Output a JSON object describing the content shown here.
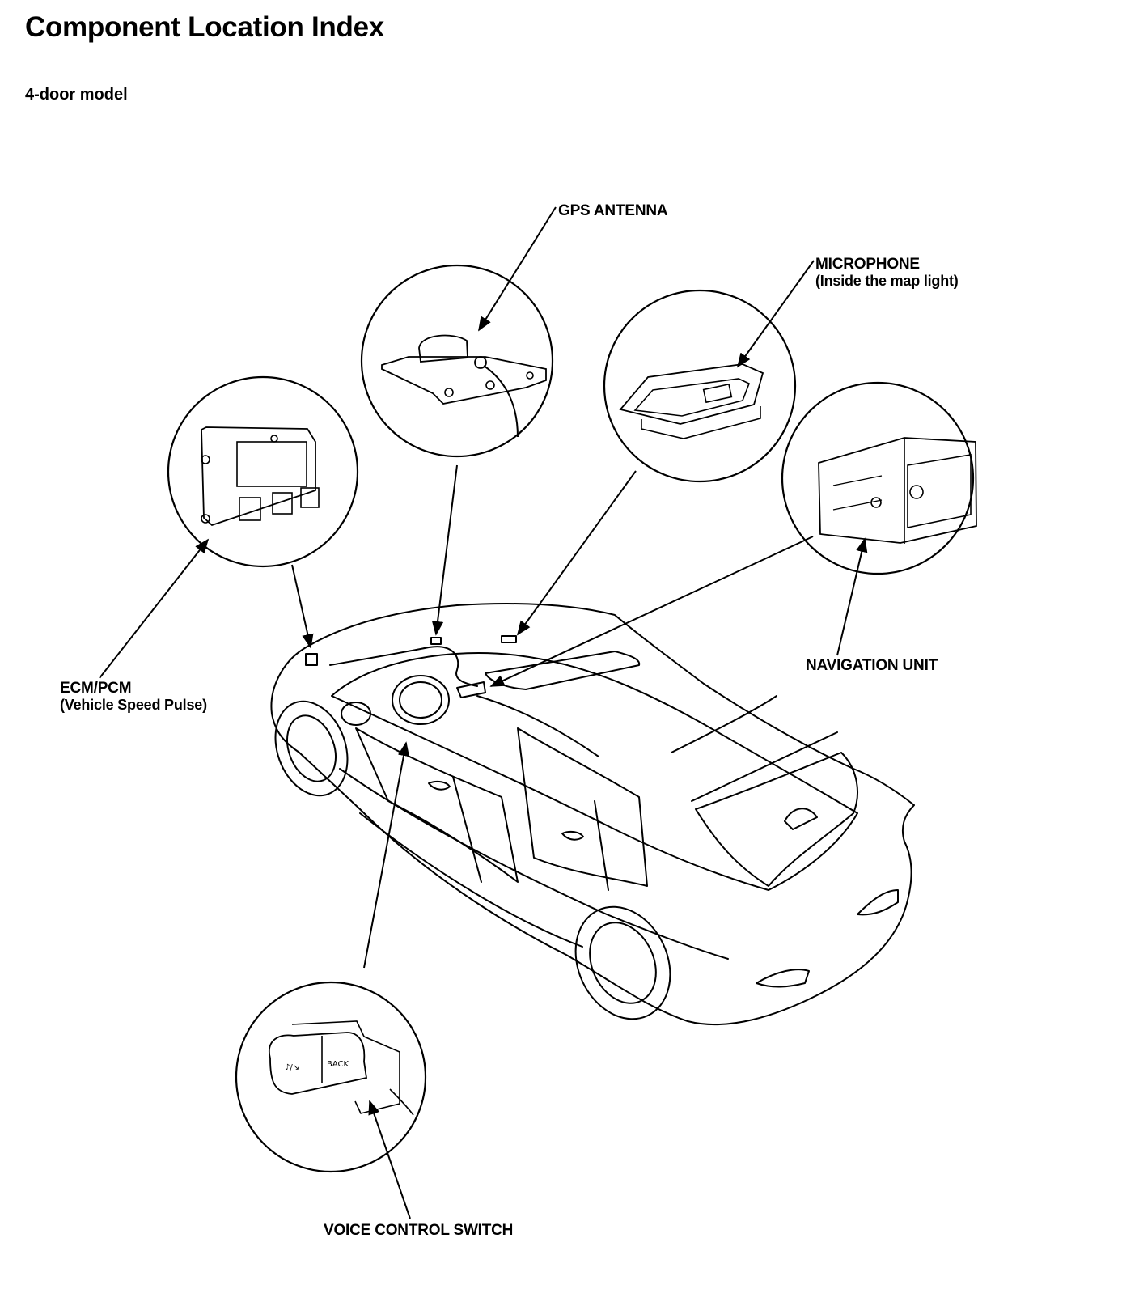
{
  "page": {
    "title": "Component Location Index",
    "subtitle": "4-door model"
  },
  "callouts": {
    "gps_antenna": {
      "label": "GPS ANTENNA"
    },
    "microphone": {
      "label": "MICROPHONE",
      "note": "(Inside the map light)"
    },
    "ecm_pcm": {
      "label": "ECM/PCM",
      "note": "(Vehicle Speed Pulse)"
    },
    "navigation_unit": {
      "label": "NAVIGATION UNIT"
    },
    "voice_control_switch": {
      "label": "VOICE CONTROL SWITCH"
    }
  },
  "switch_buttons": {
    "left": "♪/↘",
    "right": "BACK"
  }
}
